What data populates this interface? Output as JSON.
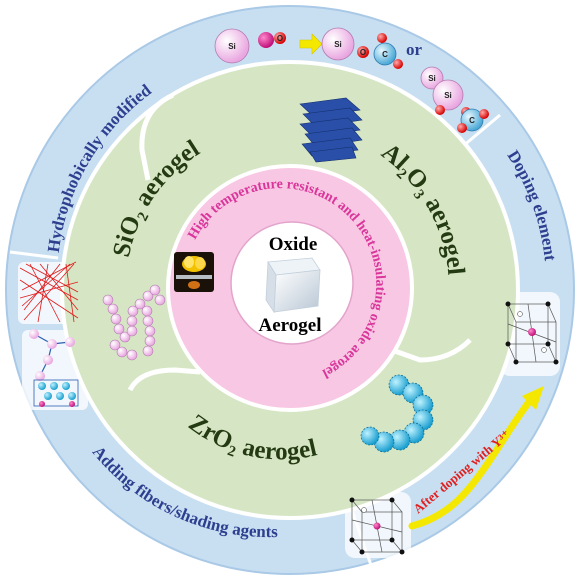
{
  "outer_ring": {
    "top_label": "Hydrophobically modified",
    "right_label": "Doping element",
    "bottom_label": "Adding fibers/shading agents",
    "or_word": "or",
    "atoms": {
      "si": "Si",
      "o": "O",
      "c": "C"
    }
  },
  "green_ring": {
    "sio2": "SiO₂ aerogel",
    "al2o3": "Al₂O₃ aerogel",
    "zro2": "ZrO₂ aerogel"
  },
  "doping_note": "After doping with Y³⁺",
  "pink_ring": {
    "text": "High temperature resistant and heat-insulating oxide aerogel"
  },
  "core": {
    "line1": "Oxide",
    "line2": "Aerogel"
  },
  "colors": {
    "outer_ring": "#c8dff2",
    "green_ring": "#d6e6c4",
    "pink_ring": "#f8c7e4",
    "core": "#ffffff",
    "label_blue": "#2f3f8f",
    "label_green": "#243a12",
    "label_pink": "#d9359a",
    "arrow_yellow": "#f5e800"
  },
  "icons": {
    "top": "molecule-chain-icon",
    "right": "crystal-lattice-icon",
    "left": "fiber-network-icon",
    "al2o3": "layered-sheets-icon",
    "sio2": "bead-chain-icon",
    "zro2": "particle-chain-icon",
    "center": "aerogel-cube-icon",
    "flame": "flame-test-icon"
  }
}
